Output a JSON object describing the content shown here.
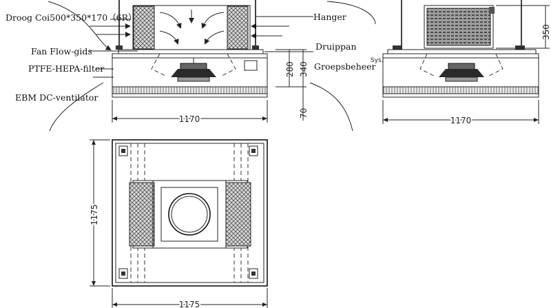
{
  "labels": {
    "coil": "Droog Coi500*350*170（6R）",
    "hanger": "Hanger",
    "fan_flow": "Fan Flow-gids",
    "drip_pan": "Druippan",
    "hepa": "PTFE-HEPA-filter",
    "group_control": "Groepsbeheer",
    "fan": "EBM DC-ventilator",
    "sys": "Sys. Lcm"
  },
  "dims": {
    "front_width": "1170",
    "front_h1": "280",
    "front_h2": "340",
    "front_h3": "70",
    "side_width": "1170",
    "side_top": "350",
    "plan_width": "1175",
    "plan_height": "1175"
  },
  "colors": {
    "line": "#111111",
    "hatch": "#7a7a7a",
    "fill": "#bdbdbd"
  }
}
